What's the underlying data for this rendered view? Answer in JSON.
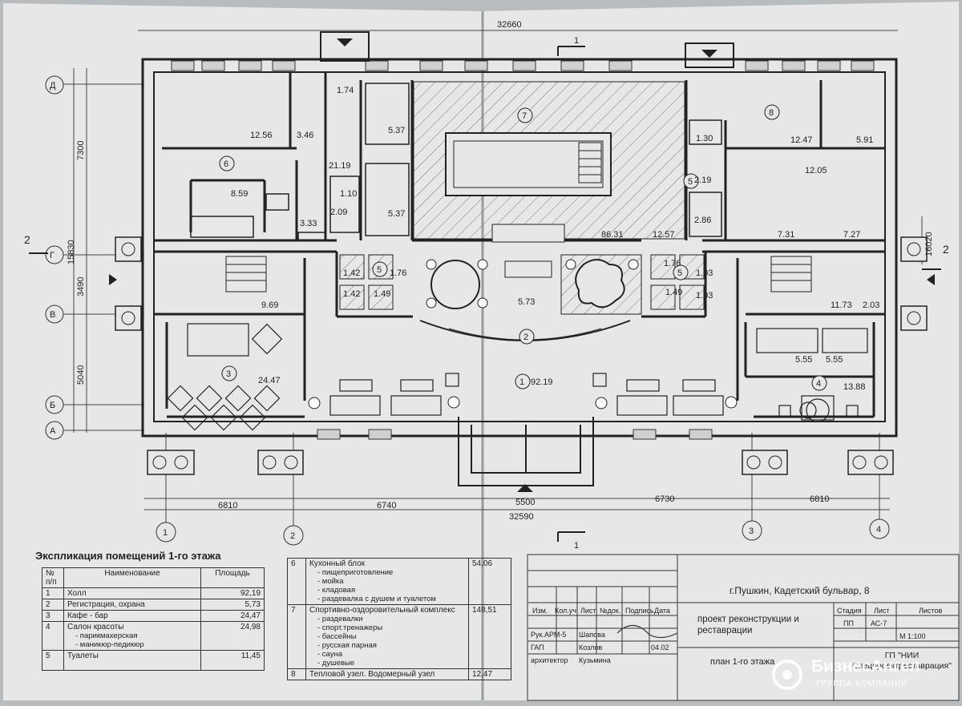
{
  "plan": {
    "top_dimension": "32660",
    "bottom_total": "32590",
    "bottom_dims": [
      "6810",
      "6740",
      "5500",
      "6730",
      "6810"
    ],
    "left_dims": [
      "7300",
      "15830",
      "3490",
      "5040"
    ],
    "right_dim": "16020",
    "axis_rows": [
      "Д",
      "Г",
      "В",
      "Б",
      "А"
    ],
    "axis_cols": [
      "1",
      "2",
      "3",
      "4"
    ],
    "section_marks": [
      "1",
      "1",
      "2",
      "2"
    ],
    "room_numbers": [
      "1",
      "2",
      "3",
      "4",
      "5",
      "5",
      "5",
      "6",
      "7",
      "8"
    ],
    "areas": {
      "a1_74": "1.74",
      "a12_56": "12.56",
      "a3_46": "3.46",
      "a5_37a": "5.37",
      "a5_37b": "5.37",
      "a21_19": "21.19",
      "a8_59": "8.59",
      "a1_10": "1.10",
      "a2_09": "2.09",
      "a3_33": "3.33",
      "a86_31": "86.31",
      "a12_57": "12.57",
      "a1_30": "1.30",
      "a2_19": "2.19",
      "a2_86": "2.86",
      "a12_47": "12.47",
      "a5_91": "5.91",
      "a12_05": "12.05",
      "a7_31": "7.31",
      "a7_27": "7.27",
      "a1_42a": "1.42",
      "a1_76a": "1.76",
      "a1_42b": "1.42",
      "a1_49a": "1.49",
      "a1_76b": "1.76",
      "a1_03a": "1.03",
      "a1_49b": "1.49",
      "a1_03b": "1.03",
      "a9_69": "9.69",
      "a5_73": "5.73",
      "a11_73": "11.73",
      "a2_03": "2.03",
      "a24_47": "24.47",
      "a92_19": "92.19",
      "a5_55a": "5.55",
      "a5_55b": "5.55",
      "a13_88": "13.88"
    }
  },
  "explication": {
    "title": "Экспликация помещений 1-го этажа",
    "headers": {
      "num": "№ п/п",
      "name": "Наименование",
      "area": "Площадь"
    },
    "rows": [
      {
        "num": "1",
        "name": "Холл",
        "area": "92,19",
        "sub": []
      },
      {
        "num": "2",
        "name": "Регистрация, охрана",
        "area": "5,73",
        "sub": []
      },
      {
        "num": "3",
        "name": "Кафе - бар",
        "area": "24,47",
        "sub": []
      },
      {
        "num": "4",
        "name": "Салон красоты",
        "area": "24,98",
        "sub": [
          "- парикмахерская",
          "- маникюр-педикюр"
        ]
      },
      {
        "num": "5",
        "name": "Туалеты",
        "area": "11,45",
        "sub": []
      }
    ],
    "rows2": [
      {
        "num": "6",
        "name": "Кухонный блок",
        "area": "54,06",
        "sub": [
          "- пищеприготовление",
          "- мойка",
          "- кладовая",
          "- раздевалка с душем и туалетом"
        ]
      },
      {
        "num": "7",
        "name": "Спортивно-оздоровительный комплекс",
        "area": "148,51",
        "sub": [
          "- раздевалки",
          "- спорт.тренажеры",
          "- бассейны",
          "- русская парная",
          "- сауна",
          "- душевые"
        ]
      },
      {
        "num": "8",
        "name": "Тепловой узел. Водомерный узел",
        "area": "12,47",
        "sub": []
      }
    ]
  },
  "stamp": {
    "address": "г.Пушкин, Кадетский бульвар, 8",
    "project": "проект реконструкции и реставрации",
    "sheet_title": "план 1-го этажа",
    "org": "ГП \"НИИ Спецпроектреставрация\"",
    "col_headers": [
      "Изм.",
      "Кол.уч",
      "Лист",
      "№док.",
      "Подпись",
      "Дата"
    ],
    "stage_headers": [
      "Стадия",
      "Лист",
      "Листов"
    ],
    "stage": "ПП",
    "sheet": "АС-7",
    "scale": "М 1:100",
    "people": [
      {
        "role": "Рук.АРМ-5",
        "name": "Шапова"
      },
      {
        "role": "ГАП",
        "name": "Козлов"
      },
      {
        "role": "архитектор",
        "name": "Кузьмина"
      }
    ],
    "date_note": "04.02"
  },
  "watermark": {
    "name": "БизнесАнгел",
    "sub": "ГРУППА КОМПАНИЙ"
  }
}
